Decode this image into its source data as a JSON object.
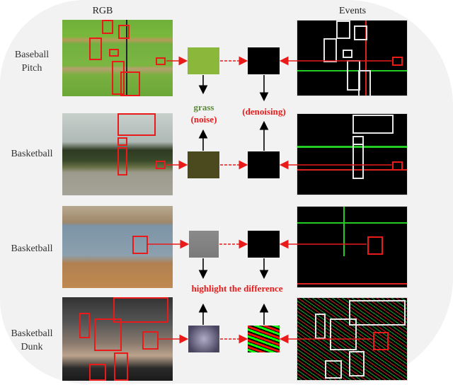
{
  "headers": {
    "rgb": "RGB",
    "events": "Events"
  },
  "rows": [
    {
      "label_line1": "Baseball",
      "label_line2": "Pitch",
      "rgb_patch_color": "#8bb83a",
      "event_patch": "black"
    },
    {
      "label_line1": "Basketball",
      "label_line2": "",
      "rgb_patch_color": "#4a4a1e",
      "event_patch": "black"
    },
    {
      "label_line1": "Basketball",
      "label_line2": "",
      "rgb_patch_color": "#8a8a8a",
      "event_patch": "black"
    },
    {
      "label_line1": "Basketball",
      "label_line2": "Dunk",
      "rgb_patch_color": "#8c86a6",
      "event_patch": "edges"
    }
  ],
  "annotations": {
    "grass": "grass",
    "noise": "(noise)",
    "denoising": "(denoising)",
    "highlight": "highlight the difference"
  },
  "colors": {
    "panel_bg": "#f2f2f2",
    "rgb_box": "#e81a1a",
    "event_box": "#e6e6e6",
    "grass_text": "#5a8a3a",
    "annotation_red": "#e81a1a",
    "event_green": "#22dd22",
    "event_red": "#dd2222"
  }
}
